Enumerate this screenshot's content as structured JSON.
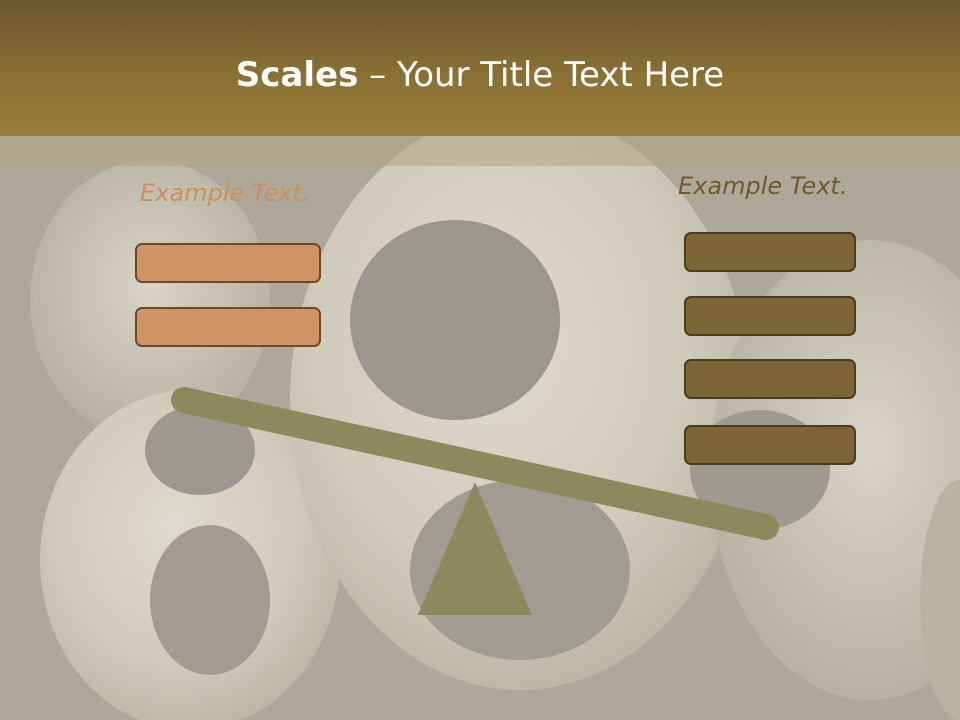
{
  "slide": {
    "title_bold": "Scales",
    "title_rest": " – Your Title Text Here"
  },
  "left_group": {
    "label": "Example Text.",
    "box_count": 2,
    "label_color": "#c8915c",
    "box_color": "#cf9466"
  },
  "right_group": {
    "label": "Example Text.",
    "box_count": 4,
    "label_color": "#6e5a2d",
    "box_color": "#7c6537"
  },
  "scale": {
    "beam_color": "#8b8a5e",
    "fulcrum_color": "#8b8a5e"
  },
  "theme": {
    "header_color": "#7a6332",
    "background_image": "skulls-photo"
  }
}
